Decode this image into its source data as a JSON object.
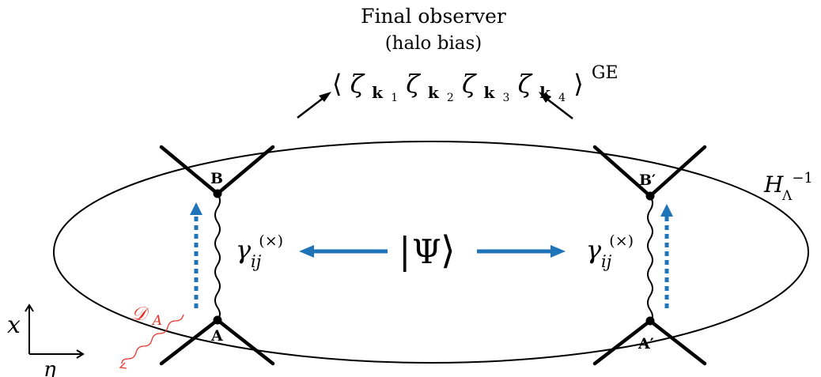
{
  "header": {
    "line1": "Final observer",
    "line2": "(halo bias)",
    "correlator_open": "⟨",
    "zeta": "ζ",
    "k": "k",
    "sub1": "1",
    "sub2": "2",
    "sub3": "3",
    "sub4": "4",
    "correlator_close": "⟩",
    "superscript": "GE"
  },
  "horizon": {
    "H": "H",
    "sub": "Λ",
    "sup": "−1"
  },
  "center_state": {
    "left_bar": "|",
    "psi": "Ψ",
    "right_angle": "⟩"
  },
  "graviton_left": {
    "symbol": "γ",
    "sub": "ij",
    "sup": "(×)"
  },
  "graviton_right": {
    "symbol": "γ",
    "sub": "ij",
    "sup": "(×)"
  },
  "vertices": {
    "A": "A",
    "B": "B",
    "A_prime": "A′",
    "B_prime": "B′"
  },
  "decoherence": {
    "symbol": "𝒟",
    "sub": "A"
  },
  "axes": {
    "x_label": "x",
    "eta_label": "η"
  },
  "colors": {
    "arrow_blue": "#1f74b8",
    "decoherence_red": "#e8322c",
    "ink": "#000000"
  }
}
